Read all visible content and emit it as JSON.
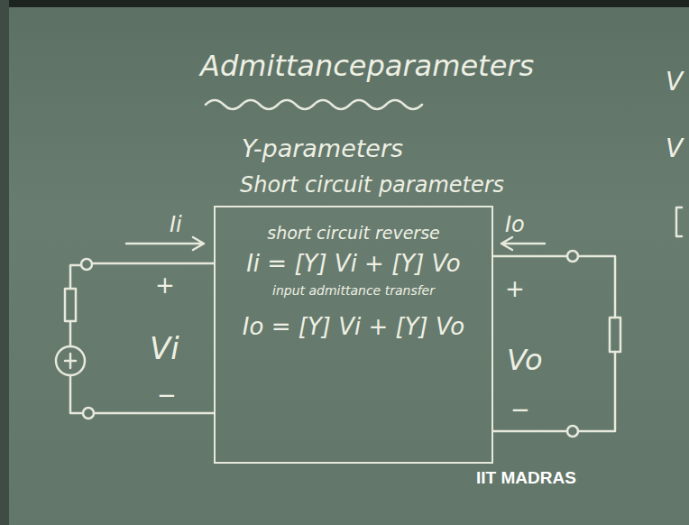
{
  "diagram": {
    "title": "Admittanceparameters",
    "nodes": [
      {
        "text": [
          "short circuit reverse",
          "Ii = [Y] Vi + [Y] Vo",
          "input admittance transfer",
          "Io = [Y] Vi + [Y] Vo"
        ]
      }
    ],
    "labels": [
      "Y-parameters",
      "Short circuit parameters",
      "Ii",
      "Io",
      "+",
      "Vi",
      "−",
      "+",
      "Vo",
      "−",
      "IIT MADRAS",
      "V",
      "V"
    ]
  }
}
